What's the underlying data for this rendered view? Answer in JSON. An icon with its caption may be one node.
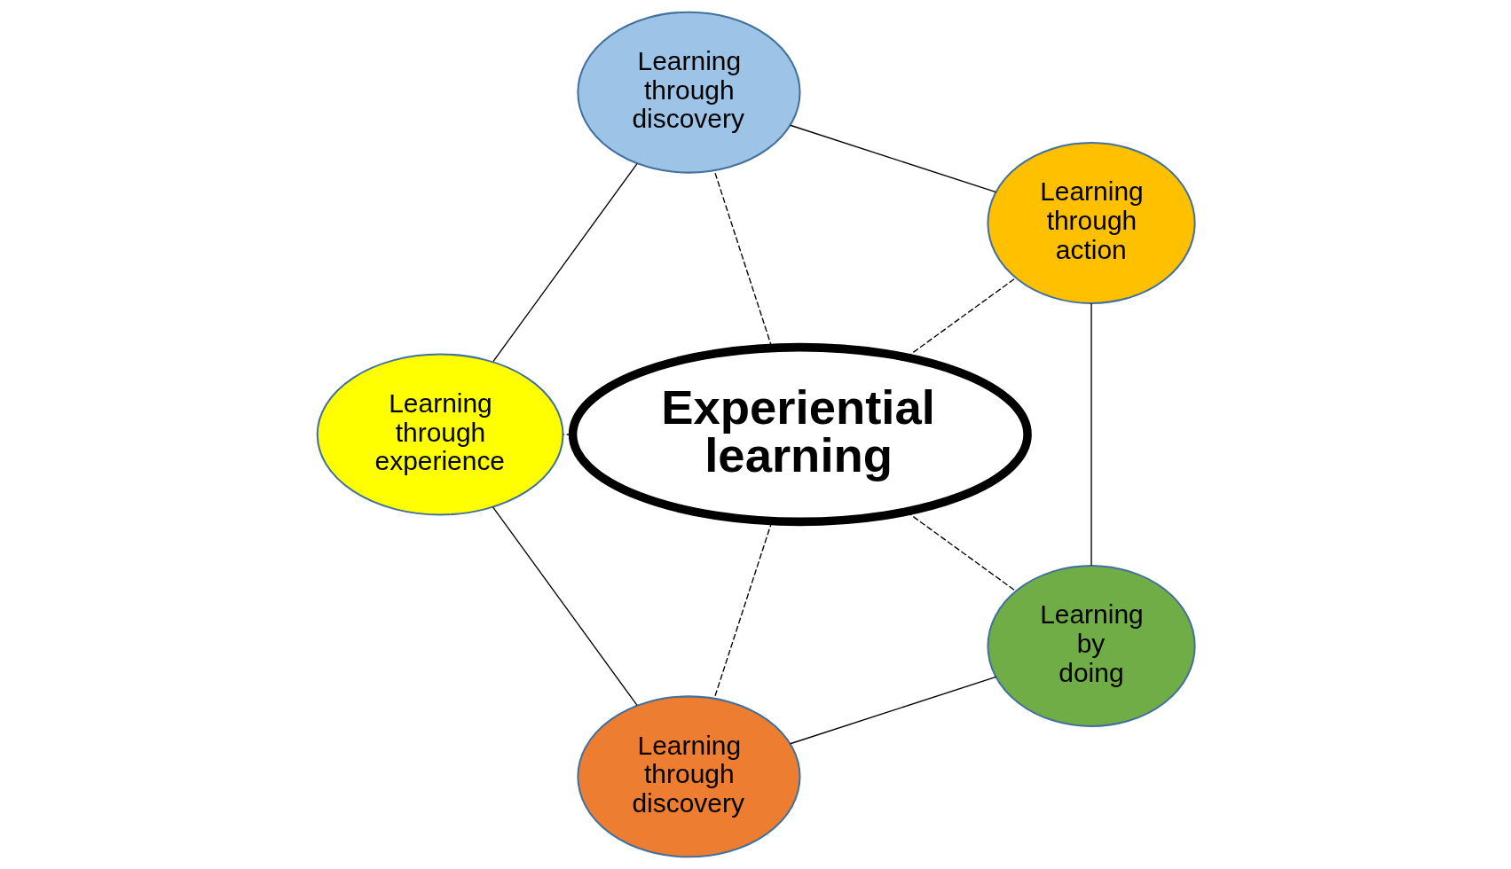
{
  "diagram": {
    "nodes": [
      {
        "text": [
          "Learning through action"
        ]
      },
      {
        "text": [
          "Learning through discovery"
        ]
      },
      {
        "text": [
          "Learning by doing"
        ]
      },
      {
        "text": [
          "Experiential learning"
        ]
      },
      {
        "text": [
          "Learning through experience"
        ]
      },
      {
        "text": [
          "Learning through discovery"
        ]
      }
    ],
    "edges": [
      {
        "from": 0,
        "to": 1,
        "arrow": "none"
      },
      {
        "from": 0,
        "to": 2,
        "arrow": "none"
      },
      {
        "from": 1,
        "to": 4,
        "arrow": "none"
      },
      {
        "from": 2,
        "to": 5,
        "arrow": "none"
      },
      {
        "from": 4,
        "to": 5,
        "arrow": "none"
      },
      {
        "from": 3,
        "to": 0,
        "arrow": "none",
        "style": "dashed"
      },
      {
        "from": 3,
        "to": 1,
        "arrow": "none",
        "style": "dashed"
      },
      {
        "from": 3,
        "to": 2,
        "arrow": "none",
        "style": "dashed"
      },
      {
        "from": 3,
        "to": 4,
        "arrow": "none",
        "style": "dashed"
      },
      {
        "from": 3,
        "to": 5,
        "arrow": "none",
        "style": "dashed"
      }
    ]
  }
}
